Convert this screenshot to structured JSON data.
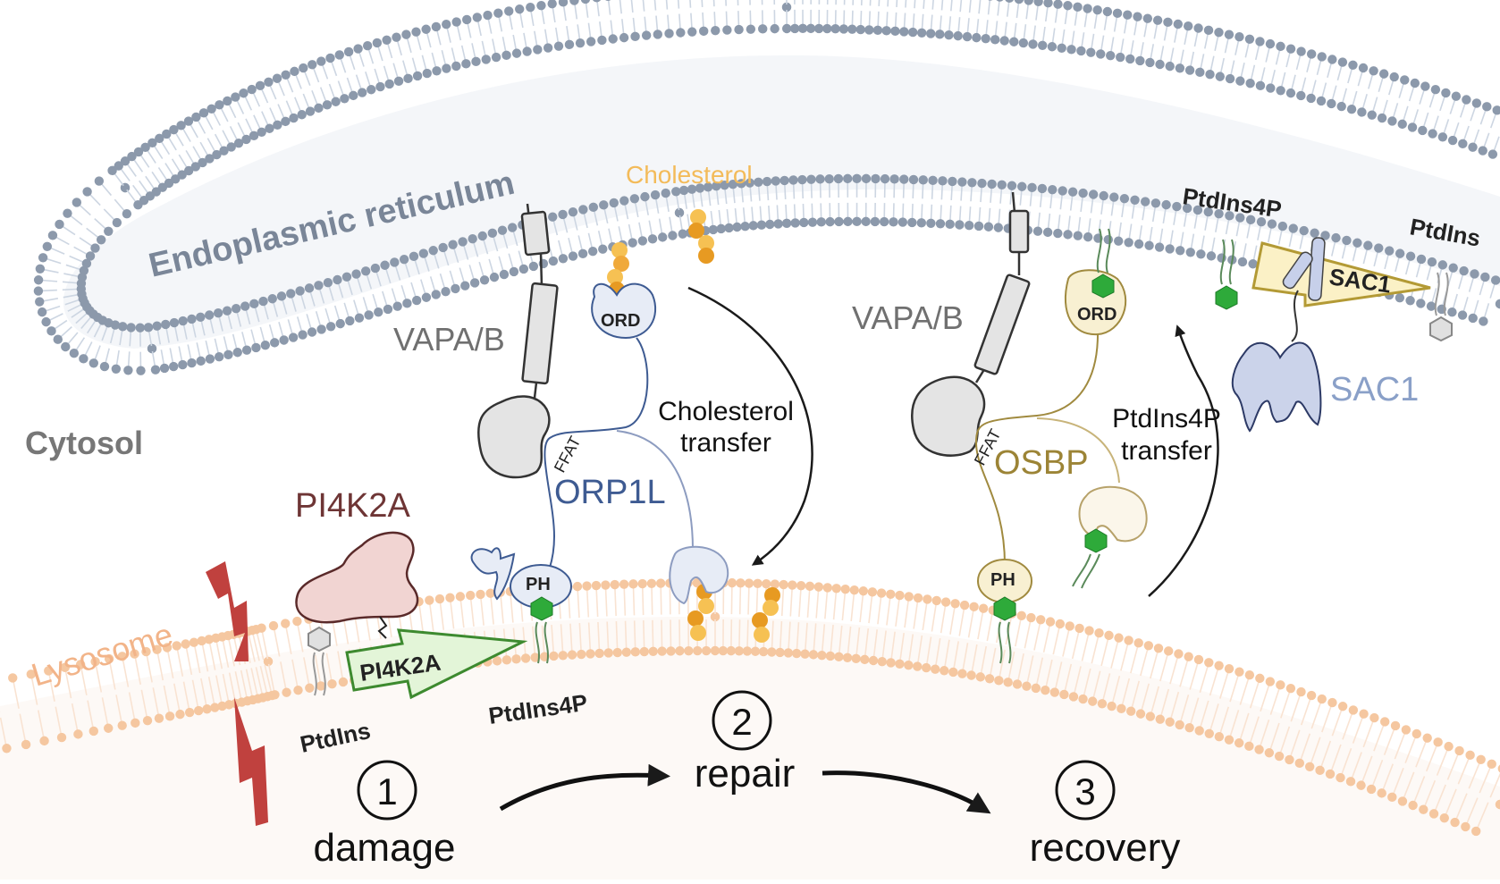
{
  "compartments": {
    "er": "Endoplasmic reticulum",
    "cytosol": "Cytosol",
    "lysosome": "Lysosome"
  },
  "lipids": {
    "cholesterol": "Cholesterol",
    "ptdins_left": "PtdIns",
    "ptdins4p_left": "PtdIns4P",
    "ptdins4p_right": "PtdIns4P",
    "ptdins_right": "PtdIns"
  },
  "proteins": {
    "vapab_left": "VAPA/B",
    "vapab_right": "VAPA/B",
    "orp1l": "ORP1L",
    "osbp": "OSBP",
    "pi4k2a": "PI4K2A",
    "pi4k2a_arrow": "PI4K2A",
    "sac1": "SAC1",
    "sac1_arrow": "SAC1",
    "ord_left": "ORD",
    "ord_right": "ORD",
    "ph_left": "PH",
    "ph_right": "PH",
    "ffat_left": "FFAT",
    "ffat_right": "FFAT"
  },
  "transfers": {
    "cholesterol_line1": "Cholesterol",
    "cholesterol_line2": "transfer",
    "ptdins4p_line1": "PtdIns4P",
    "ptdins4p_line2": "transfer"
  },
  "steps": [
    {
      "number": "1",
      "label": "damage"
    },
    {
      "number": "2",
      "label": "repair"
    },
    {
      "number": "3",
      "label": "recovery"
    }
  ],
  "colors": {
    "er_head": "#8c99ab",
    "er_tail": "#cdd6e2",
    "er_lumen": "#f4f6f9",
    "lyso_head": "#f5c7a0",
    "lyso_tail": "#f9e3d2",
    "lyso_lumen": "#fdf9f6",
    "cholesterol": "#f0a93a",
    "ptdins4p": "#2eaa3a",
    "orp1l": "#3e5b92",
    "osbp": "#a08a3f",
    "pi4k2a": "#7a3a3a",
    "sac1": "#8aa0c8",
    "damage": "#c0413e"
  }
}
